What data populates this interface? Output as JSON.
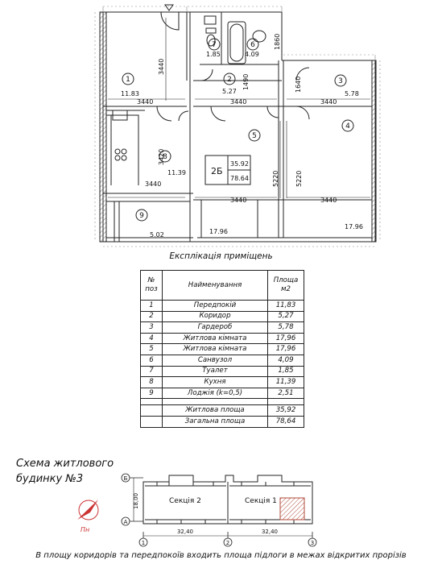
{
  "floorplan": {
    "rooms": [
      {
        "id": "1",
        "area": "11.83"
      },
      {
        "id": "2",
        "area": "5.27"
      },
      {
        "id": "3",
        "area": "5.78"
      },
      {
        "id": "4",
        "area": ""
      },
      {
        "id": "5",
        "area": ""
      },
      {
        "id": "6",
        "area": "4.09"
      },
      {
        "id": "7",
        "area": "1.85"
      },
      {
        "id": "8",
        "area": "11.39"
      },
      {
        "id": "9",
        "area": "5.02"
      }
    ],
    "dimensions": {
      "d3440": "3440",
      "d3420": "3420",
      "d5220": "5220",
      "d1490": "1490",
      "d1640": "1640",
      "d1860": "1860",
      "d17_96": "17.96"
    },
    "apartment": {
      "type": "2Б",
      "living_area": "35.92",
      "total_area": "78.64"
    },
    "caption": "Експлікація приміщень"
  },
  "explication": {
    "headers": {
      "no": "№ поз",
      "name": "Найменування",
      "area": "Площа м2"
    },
    "rows": [
      {
        "no": "1",
        "name": "Передпокій",
        "area": "11,83"
      },
      {
        "no": "2",
        "name": "Коридор",
        "area": "5,27"
      },
      {
        "no": "3",
        "name": "Гардероб",
        "area": "5,78"
      },
      {
        "no": "4",
        "name": "Житлова кімната",
        "area": "17,96"
      },
      {
        "no": "5",
        "name": "Житлова кімната",
        "area": "17,96"
      },
      {
        "no": "6",
        "name": "Санвузол",
        "area": "4,09"
      },
      {
        "no": "7",
        "name": "Туалет",
        "area": "1,85"
      },
      {
        "no": "8",
        "name": "Кухня",
        "area": "11,39"
      },
      {
        "no": "9",
        "name": "Лоджія (k=0,5)",
        "area": "2,51"
      }
    ],
    "totals": [
      {
        "name": "Житлова площа",
        "area": "35,92"
      },
      {
        "name": "Загальна площа",
        "area": "78,64"
      }
    ]
  },
  "scheme": {
    "title_line1": "Схема житлового",
    "title_line2": "будинку №3",
    "section2": "Секція 2",
    "section1": "Секція 1",
    "dim_height": "18,00",
    "dim_left": "32,40",
    "dim_right": "32,40",
    "axis_b": "Б",
    "axis_a": "А",
    "axis_1": "1",
    "axis_2": "2",
    "axis_3": "3",
    "north": "Пн"
  },
  "footnote": "В площу коридорів та передпокоїв входить площа підлоги в межах відкритих прорізів"
}
